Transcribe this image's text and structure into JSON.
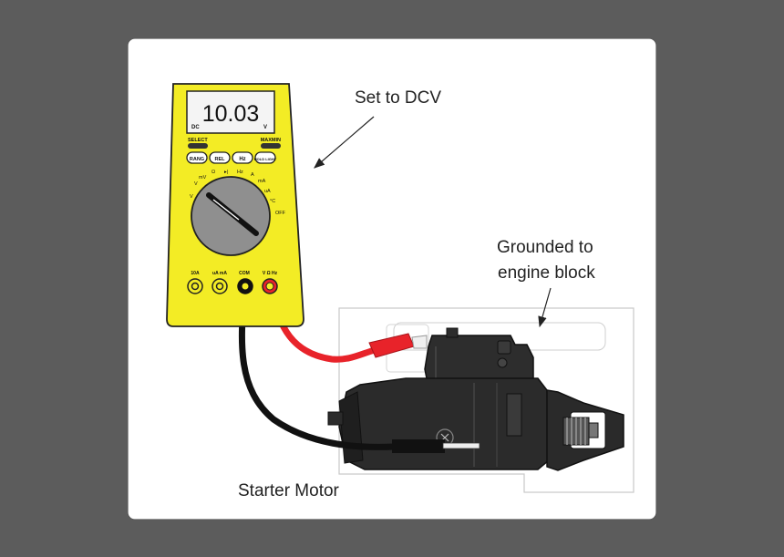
{
  "annotations": {
    "multimeter_setting": "Set to DCV",
    "ground_line1": "Grounded to",
    "ground_line2": "engine block",
    "motor_label": "Starter Motor"
  },
  "multimeter": {
    "display_value": "10.03",
    "display_mode": "DC",
    "display_unit": "V",
    "buttons": {
      "select": "SELECT",
      "maxmin": "MAXMIN",
      "range": "RANG",
      "rel": "REL",
      "hz": "Hz",
      "hold": "HOLD LIGHT"
    },
    "dial_labels": {
      "dcv": "V",
      "acv": "V",
      "mv": "mV",
      "ohm": "Ω",
      "diode": "▸|",
      "hz": "Hz",
      "amp": "A",
      "ma": "mA",
      "ua": "uA",
      "temp": "°C",
      "off": "OFF"
    },
    "jacks": {
      "a10": "10A",
      "uama": "uA mA",
      "com": "COM",
      "vohm": "V Ω Hz"
    }
  },
  "colors": {
    "background": "#5c5c5c",
    "panel": "#ffffff",
    "meter_body": "#f3ec25",
    "lead_red": "#e8232a",
    "lead_black": "#111111",
    "motor": "#2b2b2b"
  }
}
